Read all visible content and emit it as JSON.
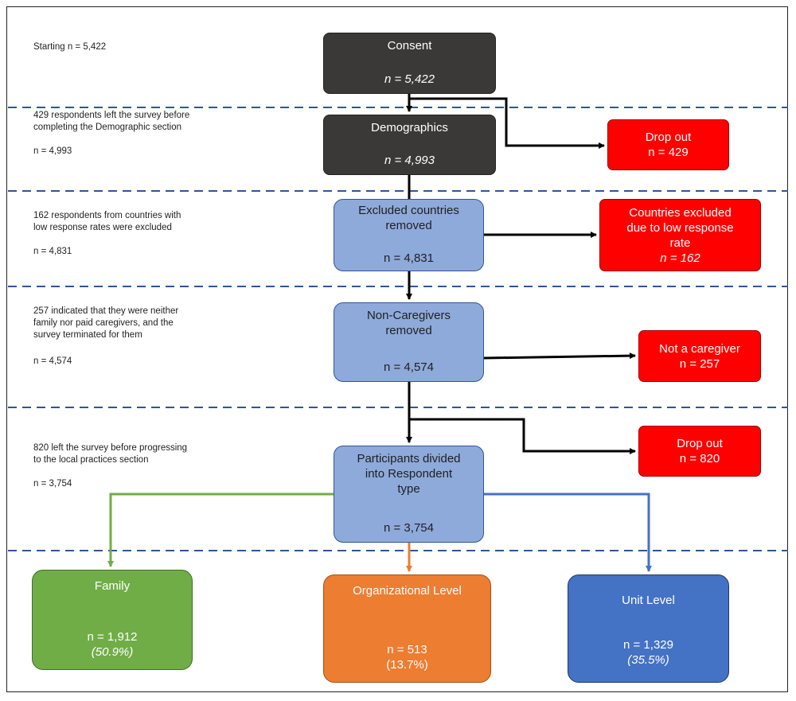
{
  "notes": {
    "start": "Starting n = 5,422",
    "stage1_text": "429 respondents left the survey before completing the Demographic section",
    "stage1_n": "n = 4,993",
    "stage2_text": "162 respondents from countries with low response rates were excluded",
    "stage2_n": "n = 4,831",
    "stage3_text": "257 indicated that they were neither family nor paid caregivers, and the survey terminated for them",
    "stage3_n": "n = 4,574",
    "stage4_text": "820 left the survey before progressing to the local practices section",
    "stage4_n": "n = 3,754"
  },
  "boxes": {
    "consent": {
      "title": "Consent",
      "count": "n = 5,422"
    },
    "demographics": {
      "title": "Demographics",
      "count": "n = 4,993"
    },
    "excluded": {
      "title": "Excluded countries\nremoved",
      "count": "n = 4,831"
    },
    "noncare": {
      "title": "Non-Caregivers\nremoved",
      "count": "n = 4,574"
    },
    "divided": {
      "title": "Participants divided\ninto Respondent\ntype",
      "count": "n = 3,754"
    },
    "dropout1": {
      "title": "Drop out",
      "count": "n = 429"
    },
    "countries": {
      "title": "Countries excluded\ndue to low response\nrate",
      "count": "n = 162"
    },
    "notcare": {
      "title": "Not a caregiver",
      "count": "n = 257"
    },
    "dropout2": {
      "title": "Drop out",
      "count": "n = 820"
    },
    "family": {
      "title": "Family",
      "count": "n = 1,912",
      "pct": "(50.9%)"
    },
    "org": {
      "title": "Organizational Level",
      "count": "n = 513",
      "pct": "(13.7%)"
    },
    "unit": {
      "title": "Unit Level",
      "count": "n = 1,329",
      "pct": "(35.5%)"
    }
  },
  "colors": {
    "main_dark": "#3b3838",
    "main_blue": "#8eaadb",
    "exclusion_red": "#ff0000",
    "family_green": "#70ad47",
    "org_orange": "#ed7d31",
    "unit_blue": "#4472c4",
    "divider_blue": "#2f5597"
  }
}
